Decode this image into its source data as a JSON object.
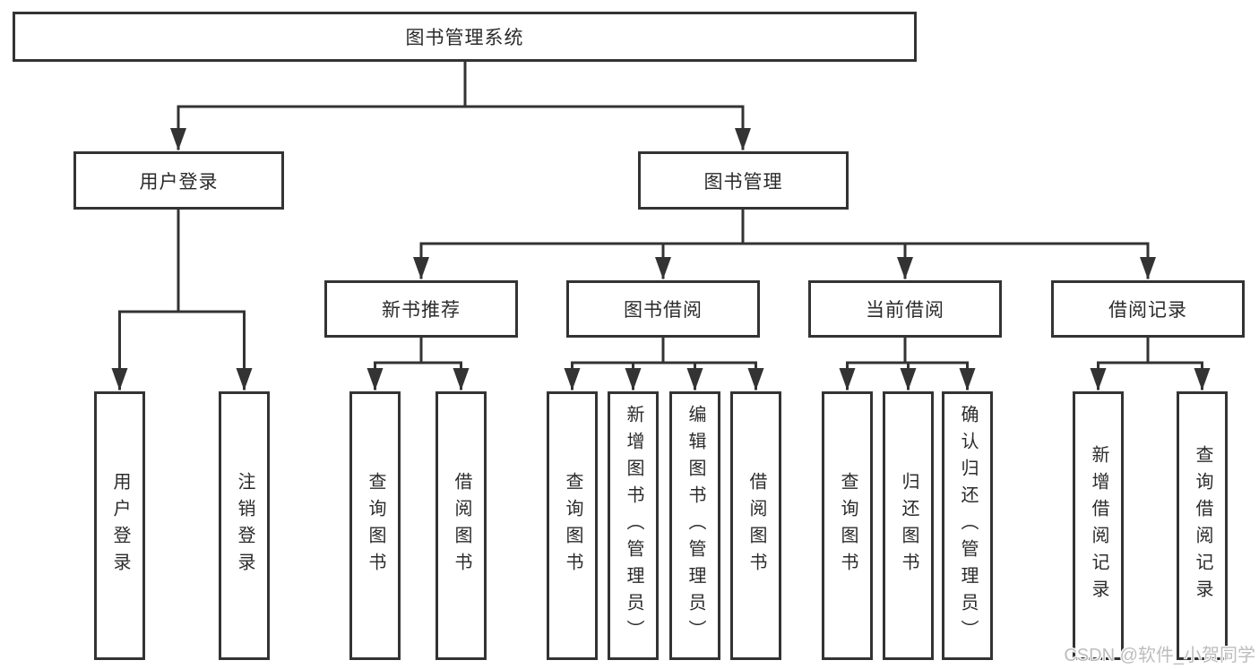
{
  "tree": {
    "label": "图书管理系统",
    "children": [
      {
        "label": "用户登录",
        "children": [
          {
            "label": "用户登录"
          },
          {
            "label": "注销登录"
          }
        ]
      },
      {
        "label": "图书管理",
        "children": [
          {
            "label": "新书推荐",
            "children": [
              {
                "label": "查询图书"
              },
              {
                "label": "借阅图书"
              }
            ]
          },
          {
            "label": "图书借阅",
            "children": [
              {
                "label": "查询图书"
              },
              {
                "label": "新增图书（管理员）"
              },
              {
                "label": "编辑图书（管理员）"
              },
              {
                "label": "借阅图书"
              }
            ]
          },
          {
            "label": "当前借阅",
            "children": [
              {
                "label": "查询图书"
              },
              {
                "label": "归还图书"
              },
              {
                "label": "确认归还（管理员）"
              }
            ]
          },
          {
            "label": "借阅记录",
            "children": [
              {
                "label": "新增借阅记录"
              },
              {
                "label": "查询借阅记录"
              }
            ]
          }
        ]
      }
    ]
  },
  "watermark": "CSDN @软件_小贺同学",
  "colors": {
    "line": "#333333",
    "box_border": "#333333",
    "text": "#2b2b2b",
    "watermark": "#bdbdbd",
    "background": "#ffffff"
  }
}
